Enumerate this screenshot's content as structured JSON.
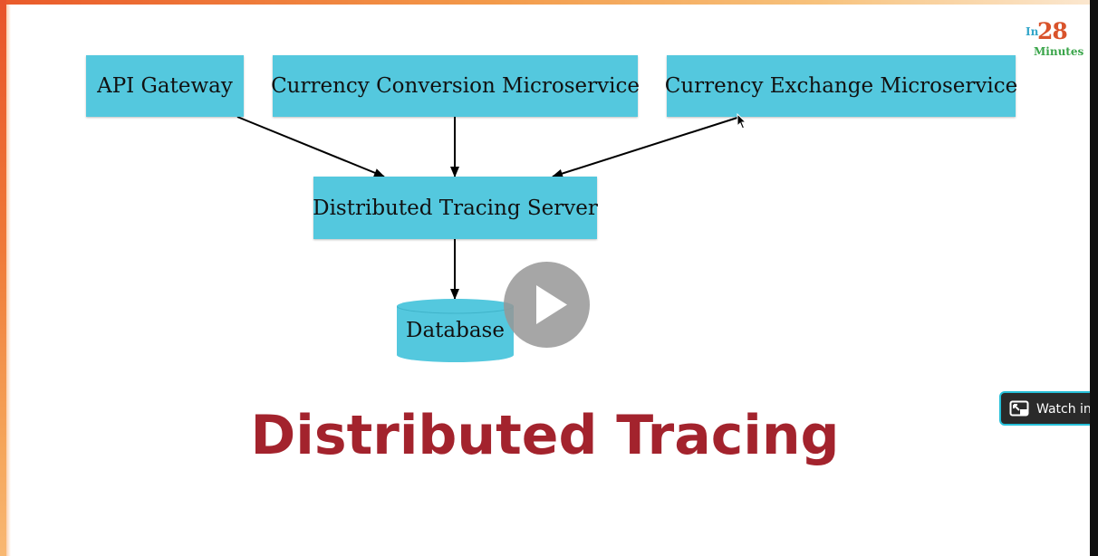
{
  "slide": {
    "nodes": {
      "api_gateway": "API Gateway",
      "currency_conversion": "Currency Conversion Microservice",
      "currency_exchange": "Currency Exchange Microservice",
      "tracing_server": "Distributed Tracing Server",
      "database": "Database"
    },
    "title": "Distributed Tracing",
    "logo": {
      "in": "In",
      "number": "28",
      "minutes": "Minutes"
    }
  },
  "player": {
    "play_icon": "play-icon",
    "pip_icon": "picture-in-picture-icon",
    "pip_label": "Watch in Picture-in-Picture"
  },
  "colors": {
    "node_fill": "#54c8de",
    "title": "#a3232d",
    "pip_border": "#26c0d9"
  }
}
